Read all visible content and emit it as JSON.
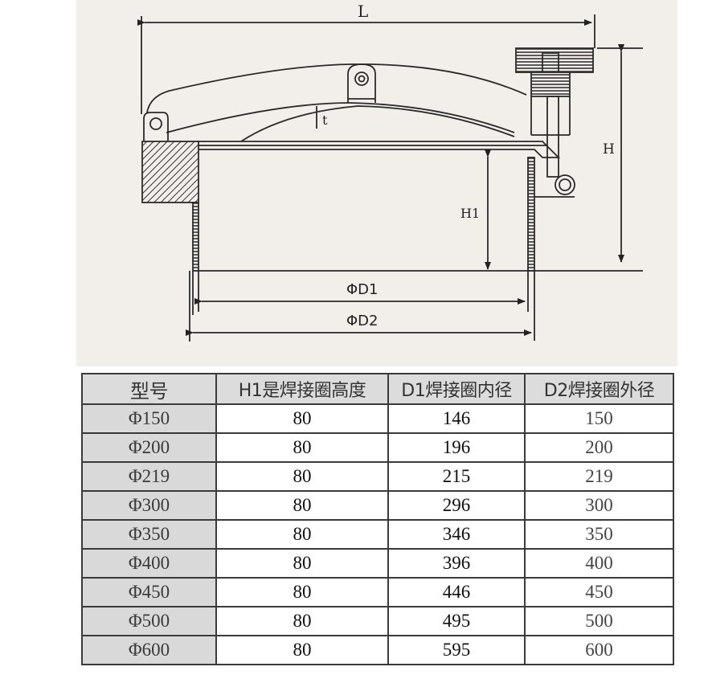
{
  "diagram": {
    "title": "Manhole cover cross-section with welding ring",
    "labels": {
      "L": "L",
      "H": "H",
      "H1": "H1",
      "t": "t",
      "D1": "ΦD1",
      "D2": "ΦD2"
    },
    "background_color": "#f2efea",
    "line_color": "#2a2a2a"
  },
  "table": {
    "headers": [
      "型号",
      "H1是焊接圈高度",
      "D1焊接圈内径",
      "D2焊接圈外径"
    ],
    "rows": [
      {
        "model": "Φ150",
        "h1": "80",
        "d1": "146",
        "d2": "150"
      },
      {
        "model": "Φ200",
        "h1": "80",
        "d1": "196",
        "d2": "200"
      },
      {
        "model": "Φ219",
        "h1": "80",
        "d1": "215",
        "d2": "219"
      },
      {
        "model": "Φ300",
        "h1": "80",
        "d1": "296",
        "d2": "300"
      },
      {
        "model": "Φ350",
        "h1": "80",
        "d1": "346",
        "d2": "350"
      },
      {
        "model": "Φ400",
        "h1": "80",
        "d1": "396",
        "d2": "400"
      },
      {
        "model": "Φ450",
        "h1": "80",
        "d1": "446",
        "d2": "450"
      },
      {
        "model": "Φ500",
        "h1": "80",
        "d1": "495",
        "d2": "500"
      },
      {
        "model": "Φ600",
        "h1": "80",
        "d1": "595",
        "d2": "600"
      }
    ],
    "header_bg": "#dcdcdc",
    "model_col_bg": "#d9d9d9",
    "border_color": "#3a3a3a"
  }
}
